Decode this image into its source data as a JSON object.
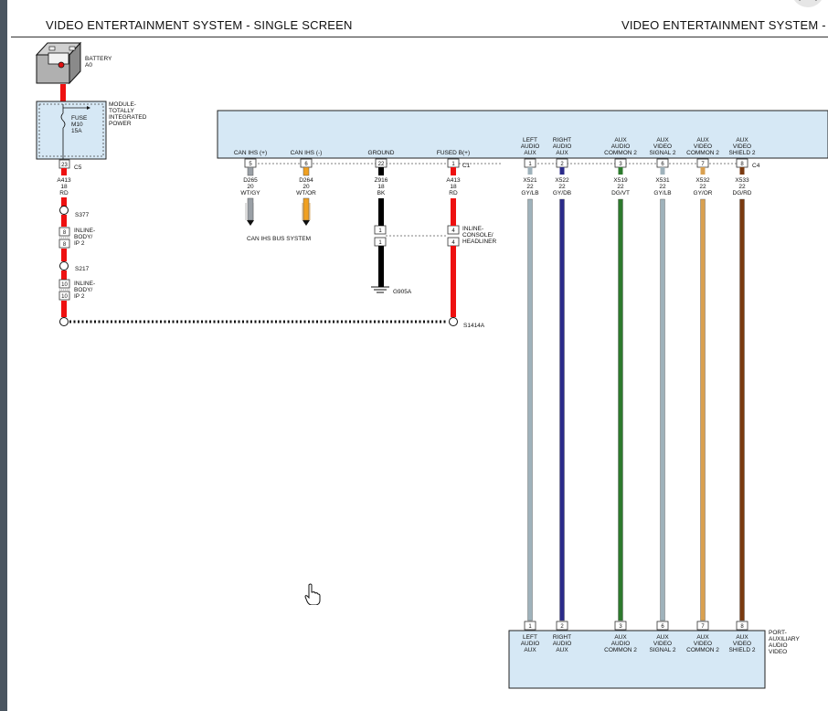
{
  "header": {
    "title_left": "VIDEO ENTERTAINMENT SYSTEM - SINGLE SCREEN",
    "title_right": "VIDEO ENTERTAINMENT SYSTEM - SINGLE SCREEN"
  },
  "battery": {
    "label_1": "BATTERY",
    "label_2": "A0"
  },
  "power_module": {
    "label_lines": [
      "MODULE-",
      "TOTALLY",
      "INTEGRATED",
      "POWER"
    ],
    "fuse_lines": [
      "FUSE",
      "M10",
      "15A"
    ],
    "pin": "23",
    "connector": "C5"
  },
  "feed_wire": {
    "circuit": "A413",
    "gauge": "18",
    "color": "RD"
  },
  "splices": {
    "s377": "S377",
    "s217": "S217",
    "s1414a": "S1414A"
  },
  "inline_body_1": {
    "pin_top": "8",
    "pin_bottom": "8",
    "lines": [
      "INLINE-",
      "BODY/",
      "IP 2"
    ]
  },
  "inline_body_2": {
    "pin_top": "10",
    "pin_bottom": "10",
    "lines": [
      "INLINE-",
      "BODY/",
      "IP 2"
    ]
  },
  "video_module": {
    "connector_c1": "C1",
    "connector_c4": "C4",
    "pins_c1": [
      {
        "label": "CAN IHS (+)",
        "pin": "5",
        "circuit": "D265",
        "gauge": "20",
        "color": "WT/GY",
        "wire_hex": "#9aa0a6"
      },
      {
        "label": "CAN IHS (-)",
        "pin": "6",
        "circuit": "D264",
        "gauge": "20",
        "color": "WT/OR",
        "wire_hex": "#f0a020"
      },
      {
        "label": "GROUND",
        "pin": "22",
        "circuit": "Z916",
        "gauge": "18",
        "color": "BK",
        "wire_hex": "#000000"
      },
      {
        "label": "FUSED B(+)",
        "pin": "1",
        "circuit": "A413",
        "gauge": "18",
        "color": "RD",
        "wire_hex": "#ee1111"
      }
    ],
    "pins_c4": [
      {
        "label_lines": [
          "LEFT",
          "AUDIO",
          "AUX"
        ],
        "pin": "1",
        "circuit": "X521",
        "gauge": "22",
        "color": "GY/LB",
        "wire_hex": "#9fb2bb"
      },
      {
        "label_lines": [
          "RIGHT",
          "AUDIO",
          "AUX"
        ],
        "pin": "2",
        "circuit": "X522",
        "gauge": "22",
        "color": "GY/DB",
        "wire_hex": "#2b2b8a"
      },
      {
        "label_lines": [
          "AUX",
          "AUDIO",
          "COMMON 2"
        ],
        "pin": "3",
        "circuit": "X519",
        "gauge": "22",
        "color": "DG/VT",
        "wire_hex": "#2d7a2d"
      },
      {
        "label_lines": [
          "AUX",
          "VIDEO",
          "SIGNAL 2"
        ],
        "pin": "6",
        "circuit": "X531",
        "gauge": "22",
        "color": "GY/LB",
        "wire_hex": "#9fb2bb"
      },
      {
        "label_lines": [
          "AUX",
          "VIDEO",
          "COMMON 2"
        ],
        "pin": "7",
        "circuit": "X532",
        "gauge": "22",
        "color": "GY/OR",
        "wire_hex": "#d9a050"
      },
      {
        "label_lines": [
          "AUX",
          "VIDEO",
          "SHIELD 2"
        ],
        "pin": "8",
        "circuit": "X533",
        "gauge": "22",
        "color": "DG/RD",
        "wire_hex": "#7a3a10"
      }
    ]
  },
  "can_bus": {
    "label": "CAN IHS BUS SYSTEM"
  },
  "inline_console": {
    "pin_top_left": "1",
    "pin_bottom_left": "1",
    "pin_top_right": "4",
    "pin_bottom_right": "4",
    "lines": [
      "INLINE-",
      "CONSOLE/",
      "HEADLINER"
    ]
  },
  "ground": {
    "label": "G905A"
  },
  "port": {
    "label_lines": [
      "PORT-",
      "AUXILIARY",
      "AUDIO",
      "VIDEO"
    ],
    "pins": [
      {
        "pin": "1",
        "label_lines": [
          "LEFT",
          "AUDIO",
          "AUX"
        ]
      },
      {
        "pin": "2",
        "label_lines": [
          "RIGHT",
          "AUDIO",
          "AUX"
        ]
      },
      {
        "pin": "3",
        "label_lines": [
          "AUX",
          "AUDIO",
          "COMMON 2"
        ]
      },
      {
        "pin": "6",
        "label_lines": [
          "AUX",
          "VIDEO",
          "SIGNAL 2"
        ]
      },
      {
        "pin": "7",
        "label_lines": [
          "AUX",
          "VIDEO",
          "COMMON 2"
        ]
      },
      {
        "pin": "8",
        "label_lines": [
          "AUX",
          "VIDEO",
          "SHIELD 2"
        ]
      }
    ]
  },
  "colors": {
    "module_fill": "#d6e8f5",
    "red_wire": "#ee1111",
    "dash": "#555555"
  }
}
